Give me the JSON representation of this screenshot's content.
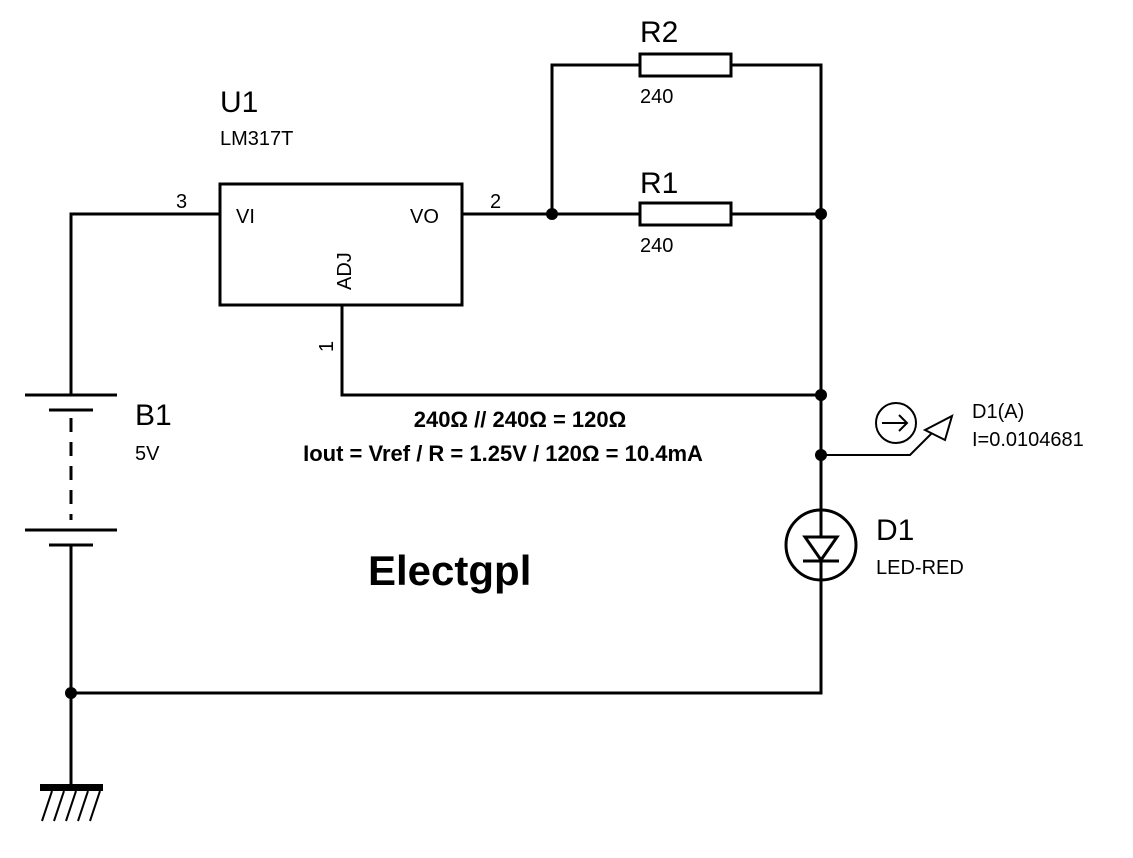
{
  "u1": {
    "ref": "U1",
    "part": "LM317T",
    "pin_vi": "VI",
    "pin_vo": "VO",
    "pin_adj": "ADJ",
    "pin3": "3",
    "pin2": "2",
    "pin1": "1"
  },
  "r1": {
    "ref": "R1",
    "value": "240"
  },
  "r2": {
    "ref": "R2",
    "value": "240"
  },
  "b1": {
    "ref": "B1",
    "value": "5V"
  },
  "d1": {
    "ref": "D1",
    "value": "LED-RED"
  },
  "probe": {
    "name": "D1(A)",
    "reading": "I=0.0104681"
  },
  "notes": {
    "line1": "240Ω // 240Ω = 120Ω",
    "line2": "Iout = Vref / R = 1.25V / 120Ω = 10.4mA"
  },
  "brand": "Electgpl"
}
